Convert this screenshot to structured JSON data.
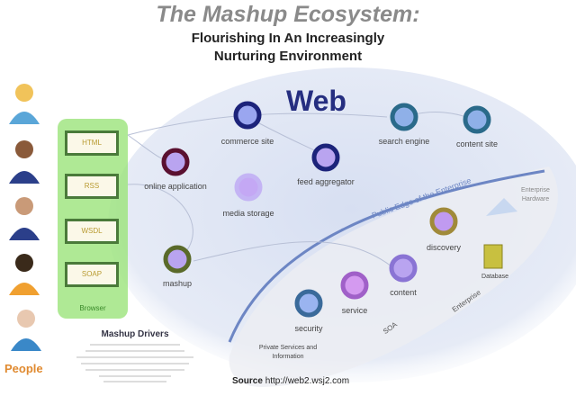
{
  "title": "The Mashup Ecosystem:",
  "subtitle_line1": "Flourishing In An Increasingly",
  "subtitle_line2": "Nurturing Environment",
  "web_label": "Web",
  "formats": [
    "HTML",
    "RSS",
    "WSDL",
    "SOAP"
  ],
  "browser_label": "Browser",
  "people_label": "People",
  "nodes": {
    "online_application": "online application",
    "commerce_site": "commerce site",
    "media_storage": "media storage",
    "feed_aggregator": "feed aggregator",
    "search_engine": "search engine",
    "content_site": "content site",
    "mashup": "mashup",
    "discovery": "discovery",
    "content": "content",
    "service": "service",
    "security": "security",
    "database": "Database"
  },
  "edge_label": "Public Edge of the Enterprise",
  "firewall_label": "Enterprise Hardware",
  "soa_label": "SOA",
  "enterprise_label": "Enterprise",
  "private_label": "Private Services and Information",
  "drivers_title": "Mashup Drivers",
  "source_label": "Source",
  "source_url": "http://web2.wsj2.com"
}
